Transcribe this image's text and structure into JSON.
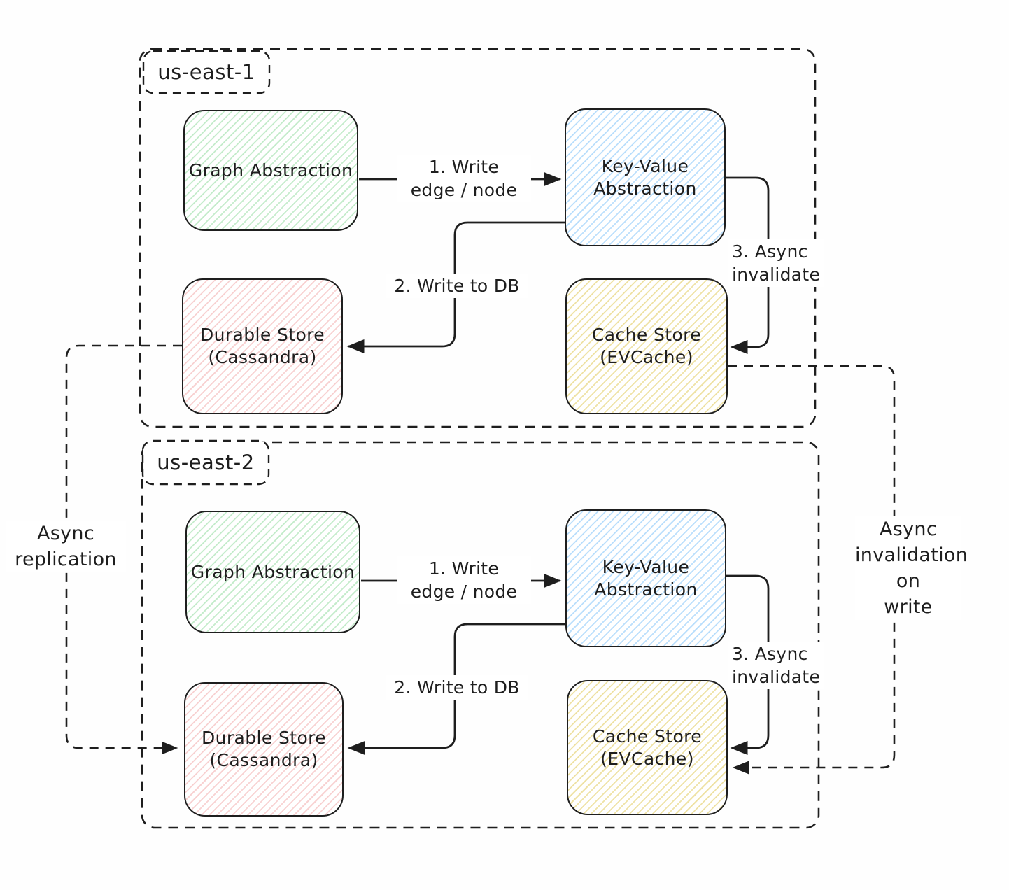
{
  "regions": [
    {
      "label": "us-east-1",
      "nodes": {
        "graph": {
          "label": "Graph Abstraction",
          "accent": "#40c057",
          "fill": "#b2f2bb"
        },
        "kv": {
          "label": "Key-Value\nAbstraction",
          "accent": "#4dabf7",
          "fill": "#a5d8ff"
        },
        "durable": {
          "label": "Durable Store\n(Cassandra)",
          "accent": "#e03131",
          "fill": "#ffc9c9"
        },
        "cache": {
          "label": "Cache Store\n(EVCache)",
          "accent": "#d4b414",
          "fill": "#ffec99"
        }
      },
      "edges": {
        "write_edge_node": "1. Write\nedge / node",
        "write_to_db": "2. Write to DB",
        "async_invalidate": "3. Async\ninvalidate"
      }
    },
    {
      "label": "us-east-2",
      "nodes": {
        "graph": {
          "label": "Graph Abstraction",
          "accent": "#40c057",
          "fill": "#b2f2bb"
        },
        "kv": {
          "label": "Key-Value\nAbstraction",
          "accent": "#4dabf7",
          "fill": "#a5d8ff"
        },
        "durable": {
          "label": "Durable Store\n(Cassandra)",
          "accent": "#e03131",
          "fill": "#ffc9c9"
        },
        "cache": {
          "label": "Cache Store\n(EVCache)",
          "accent": "#d4b414",
          "fill": "#ffec99"
        }
      },
      "edges": {
        "write_edge_node": "1. Write\nedge / node",
        "write_to_db": "2. Write to DB",
        "async_invalidate": "3. Async\ninvalidate"
      }
    }
  ],
  "cross_region_edges": {
    "async_replication": "Async\nreplication",
    "async_invalidation_on_write": "Async\ninvalidation\non\nwrite"
  },
  "colors": {
    "stroke": "#1e1e1e",
    "background": "#fefefe"
  }
}
